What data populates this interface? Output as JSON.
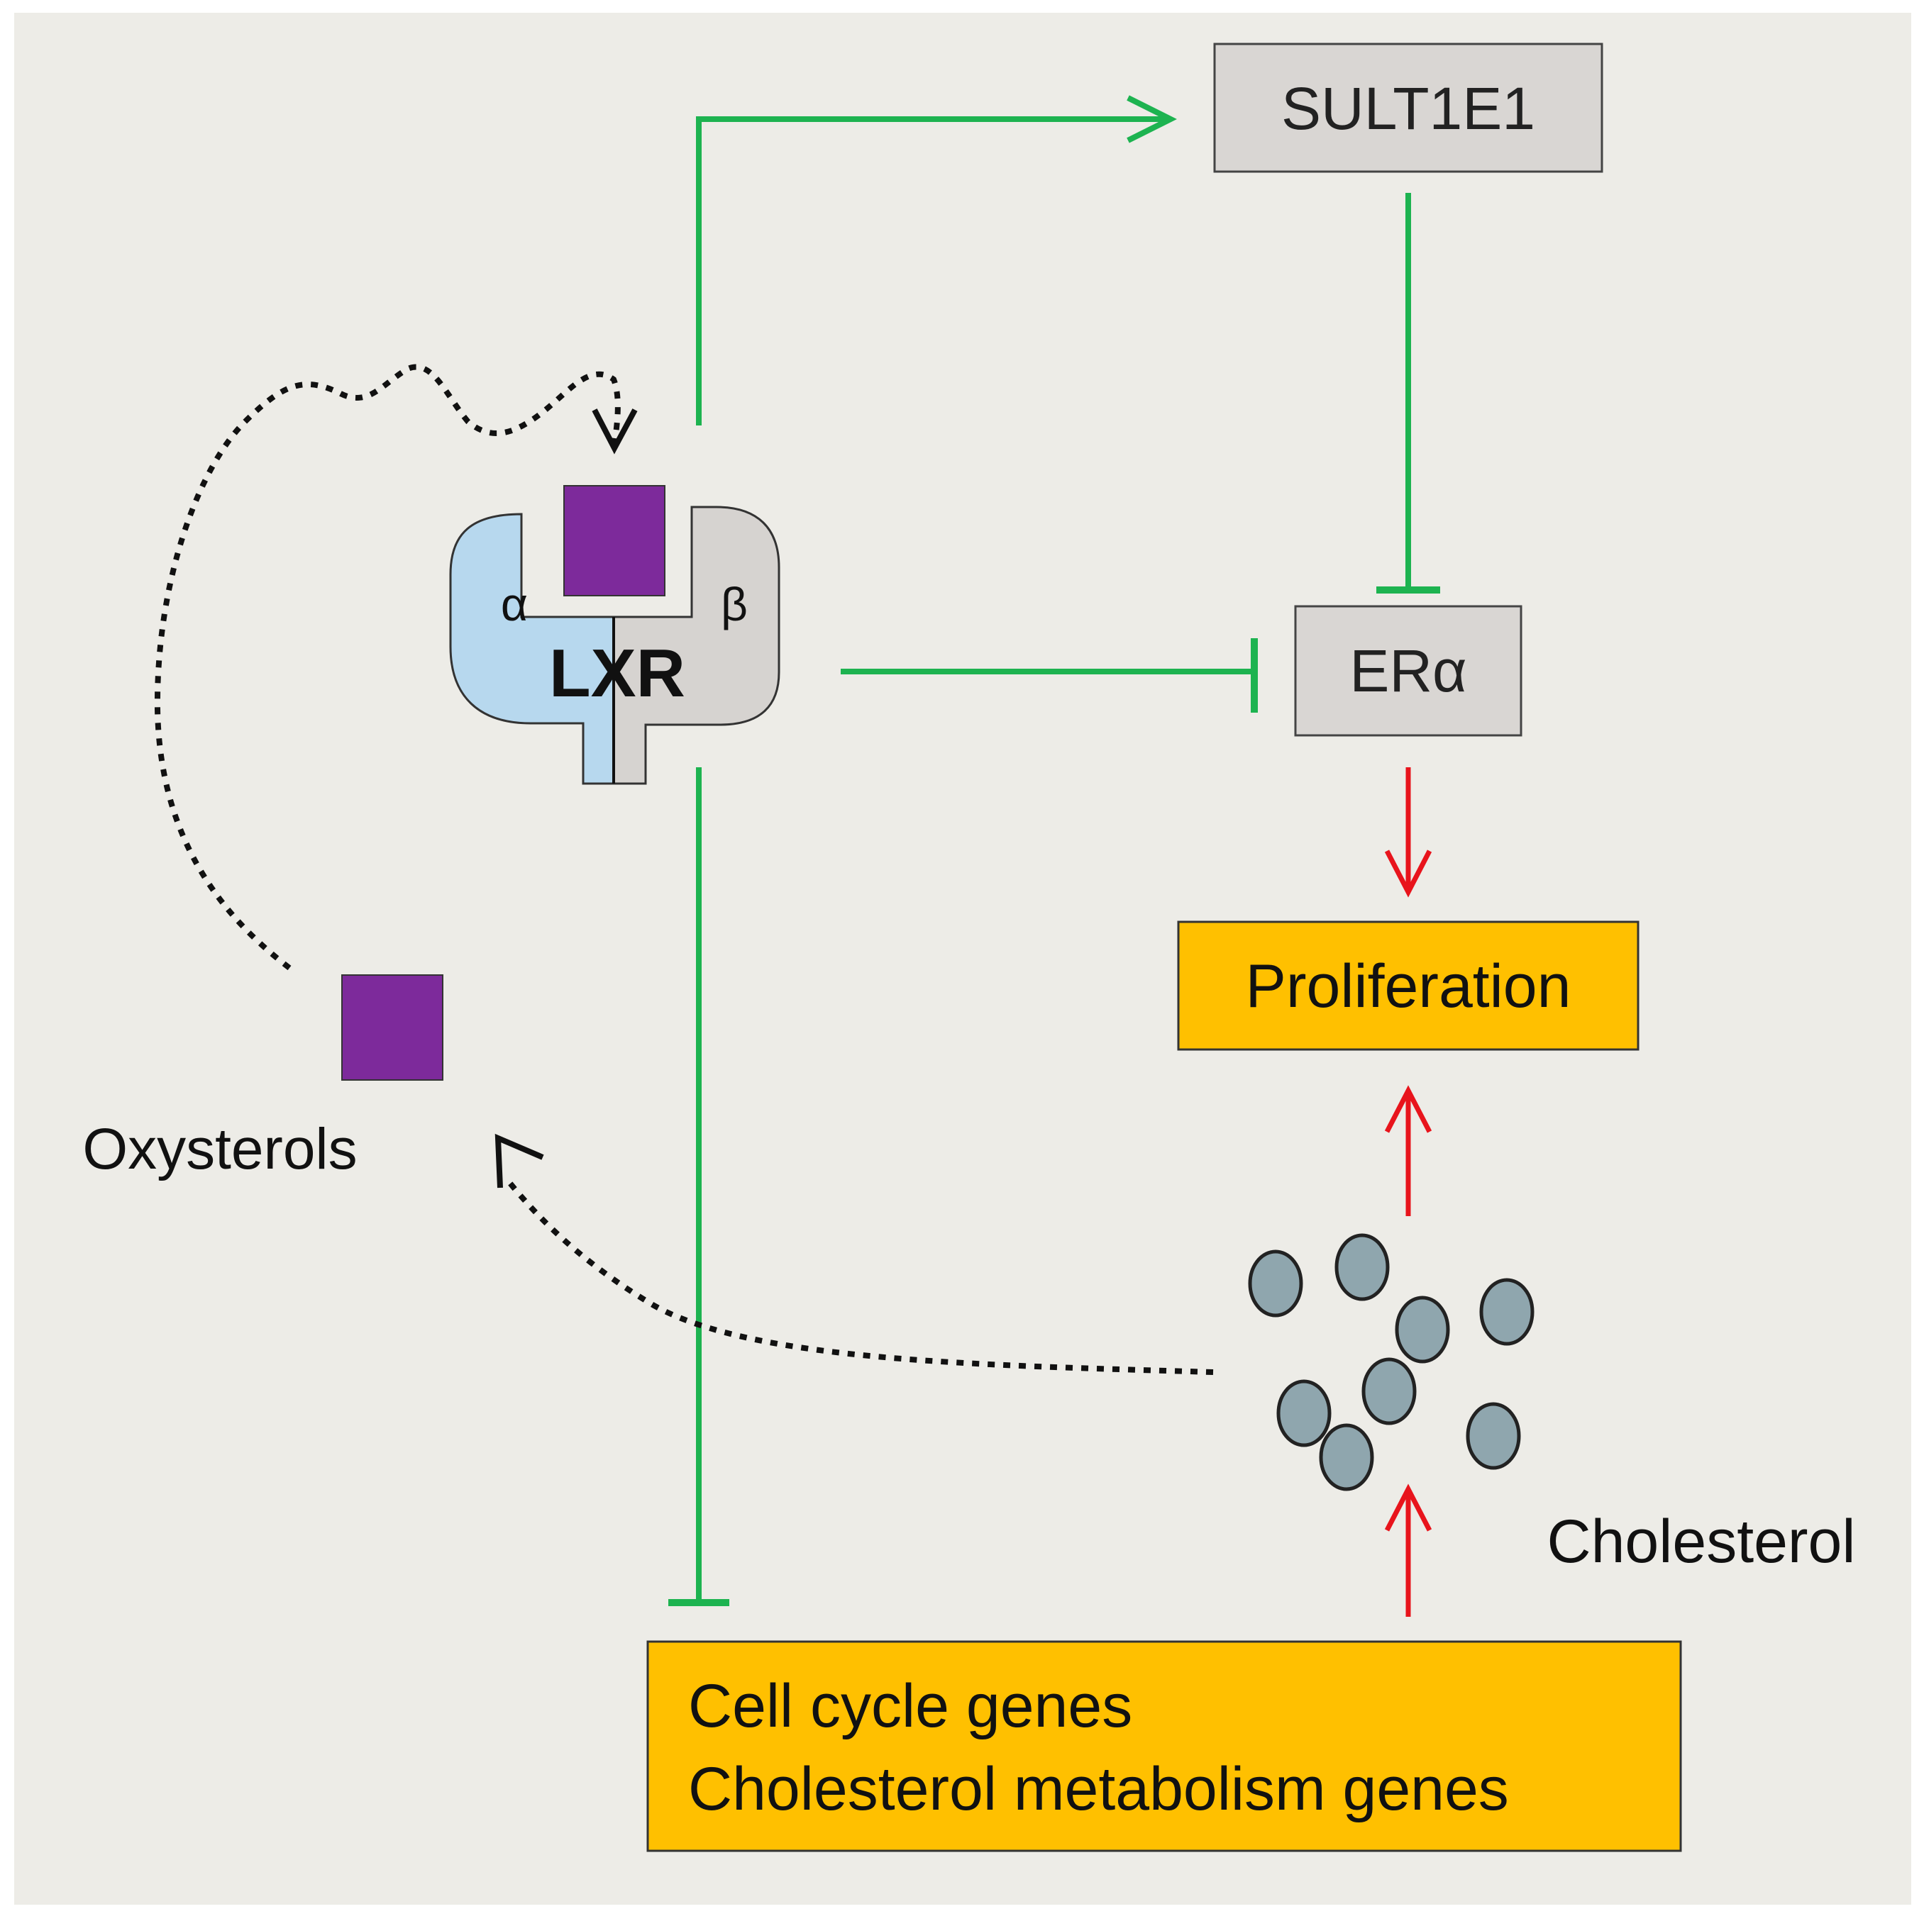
{
  "colors": {
    "background": "#edece7",
    "green": "#1db350",
    "red": "#e8141c",
    "purple": "#7d2a9b",
    "box_gray": "#d9d6d3",
    "orange": "#ffc000",
    "lxr_alpha": "#b7d8ee",
    "lxr_beta": "#d6d3d0",
    "cholesterol_dot": "#8fa6ae"
  },
  "nodes": {
    "sult1e1": "SULT1E1",
    "eralpha": "ERα",
    "proliferation": "Proliferation",
    "genes_line1": "Cell cycle genes",
    "genes_line2": "Cholesterol metabolism genes",
    "cholesterol": "Cholesterol",
    "oxysterols": "Oxysterols"
  },
  "lxr": {
    "label": "LXR",
    "alpha": "α",
    "beta": "β"
  },
  "edges": [
    {
      "from": "LXR",
      "to": "SULT1E1",
      "type": "activates"
    },
    {
      "from": "SULT1E1",
      "to": "ERα",
      "type": "inhibits"
    },
    {
      "from": "LXR",
      "to": "ERα",
      "type": "inhibits"
    },
    {
      "from": "LXR",
      "to": "Cell cycle genes / Cholesterol metabolism genes",
      "type": "inhibits"
    },
    {
      "from": "ERα",
      "to": "Proliferation",
      "type": "promotes"
    },
    {
      "from": "Cholesterol",
      "to": "Proliferation",
      "type": "promotes"
    },
    {
      "from": "Cell cycle genes / Cholesterol metabolism genes",
      "to": "Cholesterol",
      "type": "promotes"
    },
    {
      "from": "Cholesterol",
      "to": "Oxysterols",
      "type": "converted"
    },
    {
      "from": "Oxysterols",
      "to": "LXR",
      "type": "binds"
    }
  ]
}
